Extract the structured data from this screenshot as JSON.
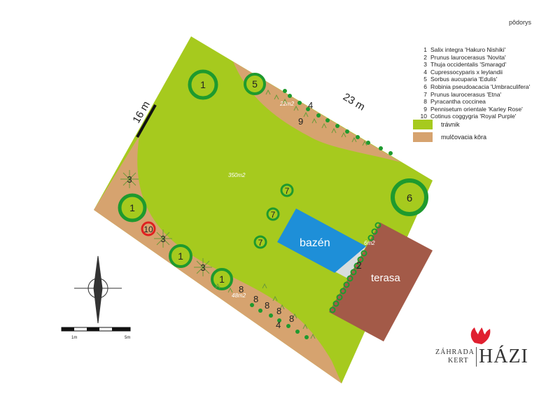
{
  "title": "pôdorys",
  "dimensions": {
    "short_side": "16 m",
    "long_side": "23 m"
  },
  "areas": {
    "lawn": "350m2",
    "mulch_top": "22m2",
    "mulch_bottom": "48m2",
    "pool_edge": "6m2"
  },
  "labels": {
    "pool": "bazén",
    "terrace": "terasa"
  },
  "plant_list": [
    {
      "num": "1",
      "name": "Salix integra 'Hakuro Nishiki'"
    },
    {
      "num": "2",
      "name": "Prunus laurocerasus 'Novita'"
    },
    {
      "num": "3",
      "name": "Thuja occidentalis 'Smaragd'"
    },
    {
      "num": "4",
      "name": "Cupressocyparis x leylandii"
    },
    {
      "num": "5",
      "name": "Sorbus aucuparia 'Edulis'"
    },
    {
      "num": "6",
      "name": "Robinia pseudoacacia 'Umbraculifera'"
    },
    {
      "num": "7",
      "name": "Prunus laurocerasus 'Etna'"
    },
    {
      "num": "8",
      "name": "Pyracantha coccinea"
    },
    {
      "num": "9",
      "name": "Pennisetum orientale 'Karley Rose'"
    },
    {
      "num": "10",
      "name": "Cotinus coggygria 'Royal Purple'"
    }
  ],
  "key": {
    "lawn_label": "trávnik",
    "mulch_label": "mulčovacia kôra",
    "lawn_color": "#a6ca1e",
    "mulch_color": "#d6a36f"
  },
  "scale": {
    "label_1": "1m",
    "label_5": "5m"
  },
  "plant_numbers": {
    "p1": "1",
    "p2": "1",
    "p3": "1",
    "p4": "1",
    "p5": "5",
    "p6": "6",
    "p7a": "7",
    "p7b": "7",
    "p7c": "7",
    "p10": "10",
    "p3a": "3",
    "p3b": "3",
    "p3c": "3",
    "p8a": "8",
    "p8b": "8",
    "p8c": "8",
    "p8d": "8",
    "p8e": "8",
    "p4a": "4",
    "p4b": "4",
    "p9": "9",
    "p2hedge": "2"
  },
  "logo": {
    "line1": "ZÁHRADA",
    "line2": "KERT",
    "brand": "HÁZI"
  },
  "colors": {
    "ring_green": "#1e9a2e",
    "pool": "#1e8fd8",
    "terrace": "#a35a48",
    "red_ring": "#e02020"
  }
}
